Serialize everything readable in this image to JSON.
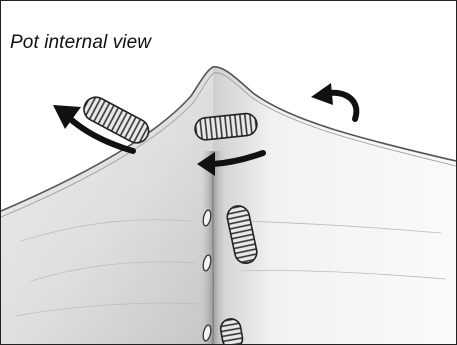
{
  "figure": {
    "title": "Pot internal view"
  },
  "colors": {
    "border": "#222222",
    "wall_light": "#f1f1f1",
    "wall_shadow": "#c9c9c9",
    "fold_crease": "#9a9a9a",
    "arrow": "#111111"
  },
  "icons": {
    "movement_arrow": "curved-arrow",
    "insect": "worm-larva",
    "hole": "oval-hole"
  }
}
